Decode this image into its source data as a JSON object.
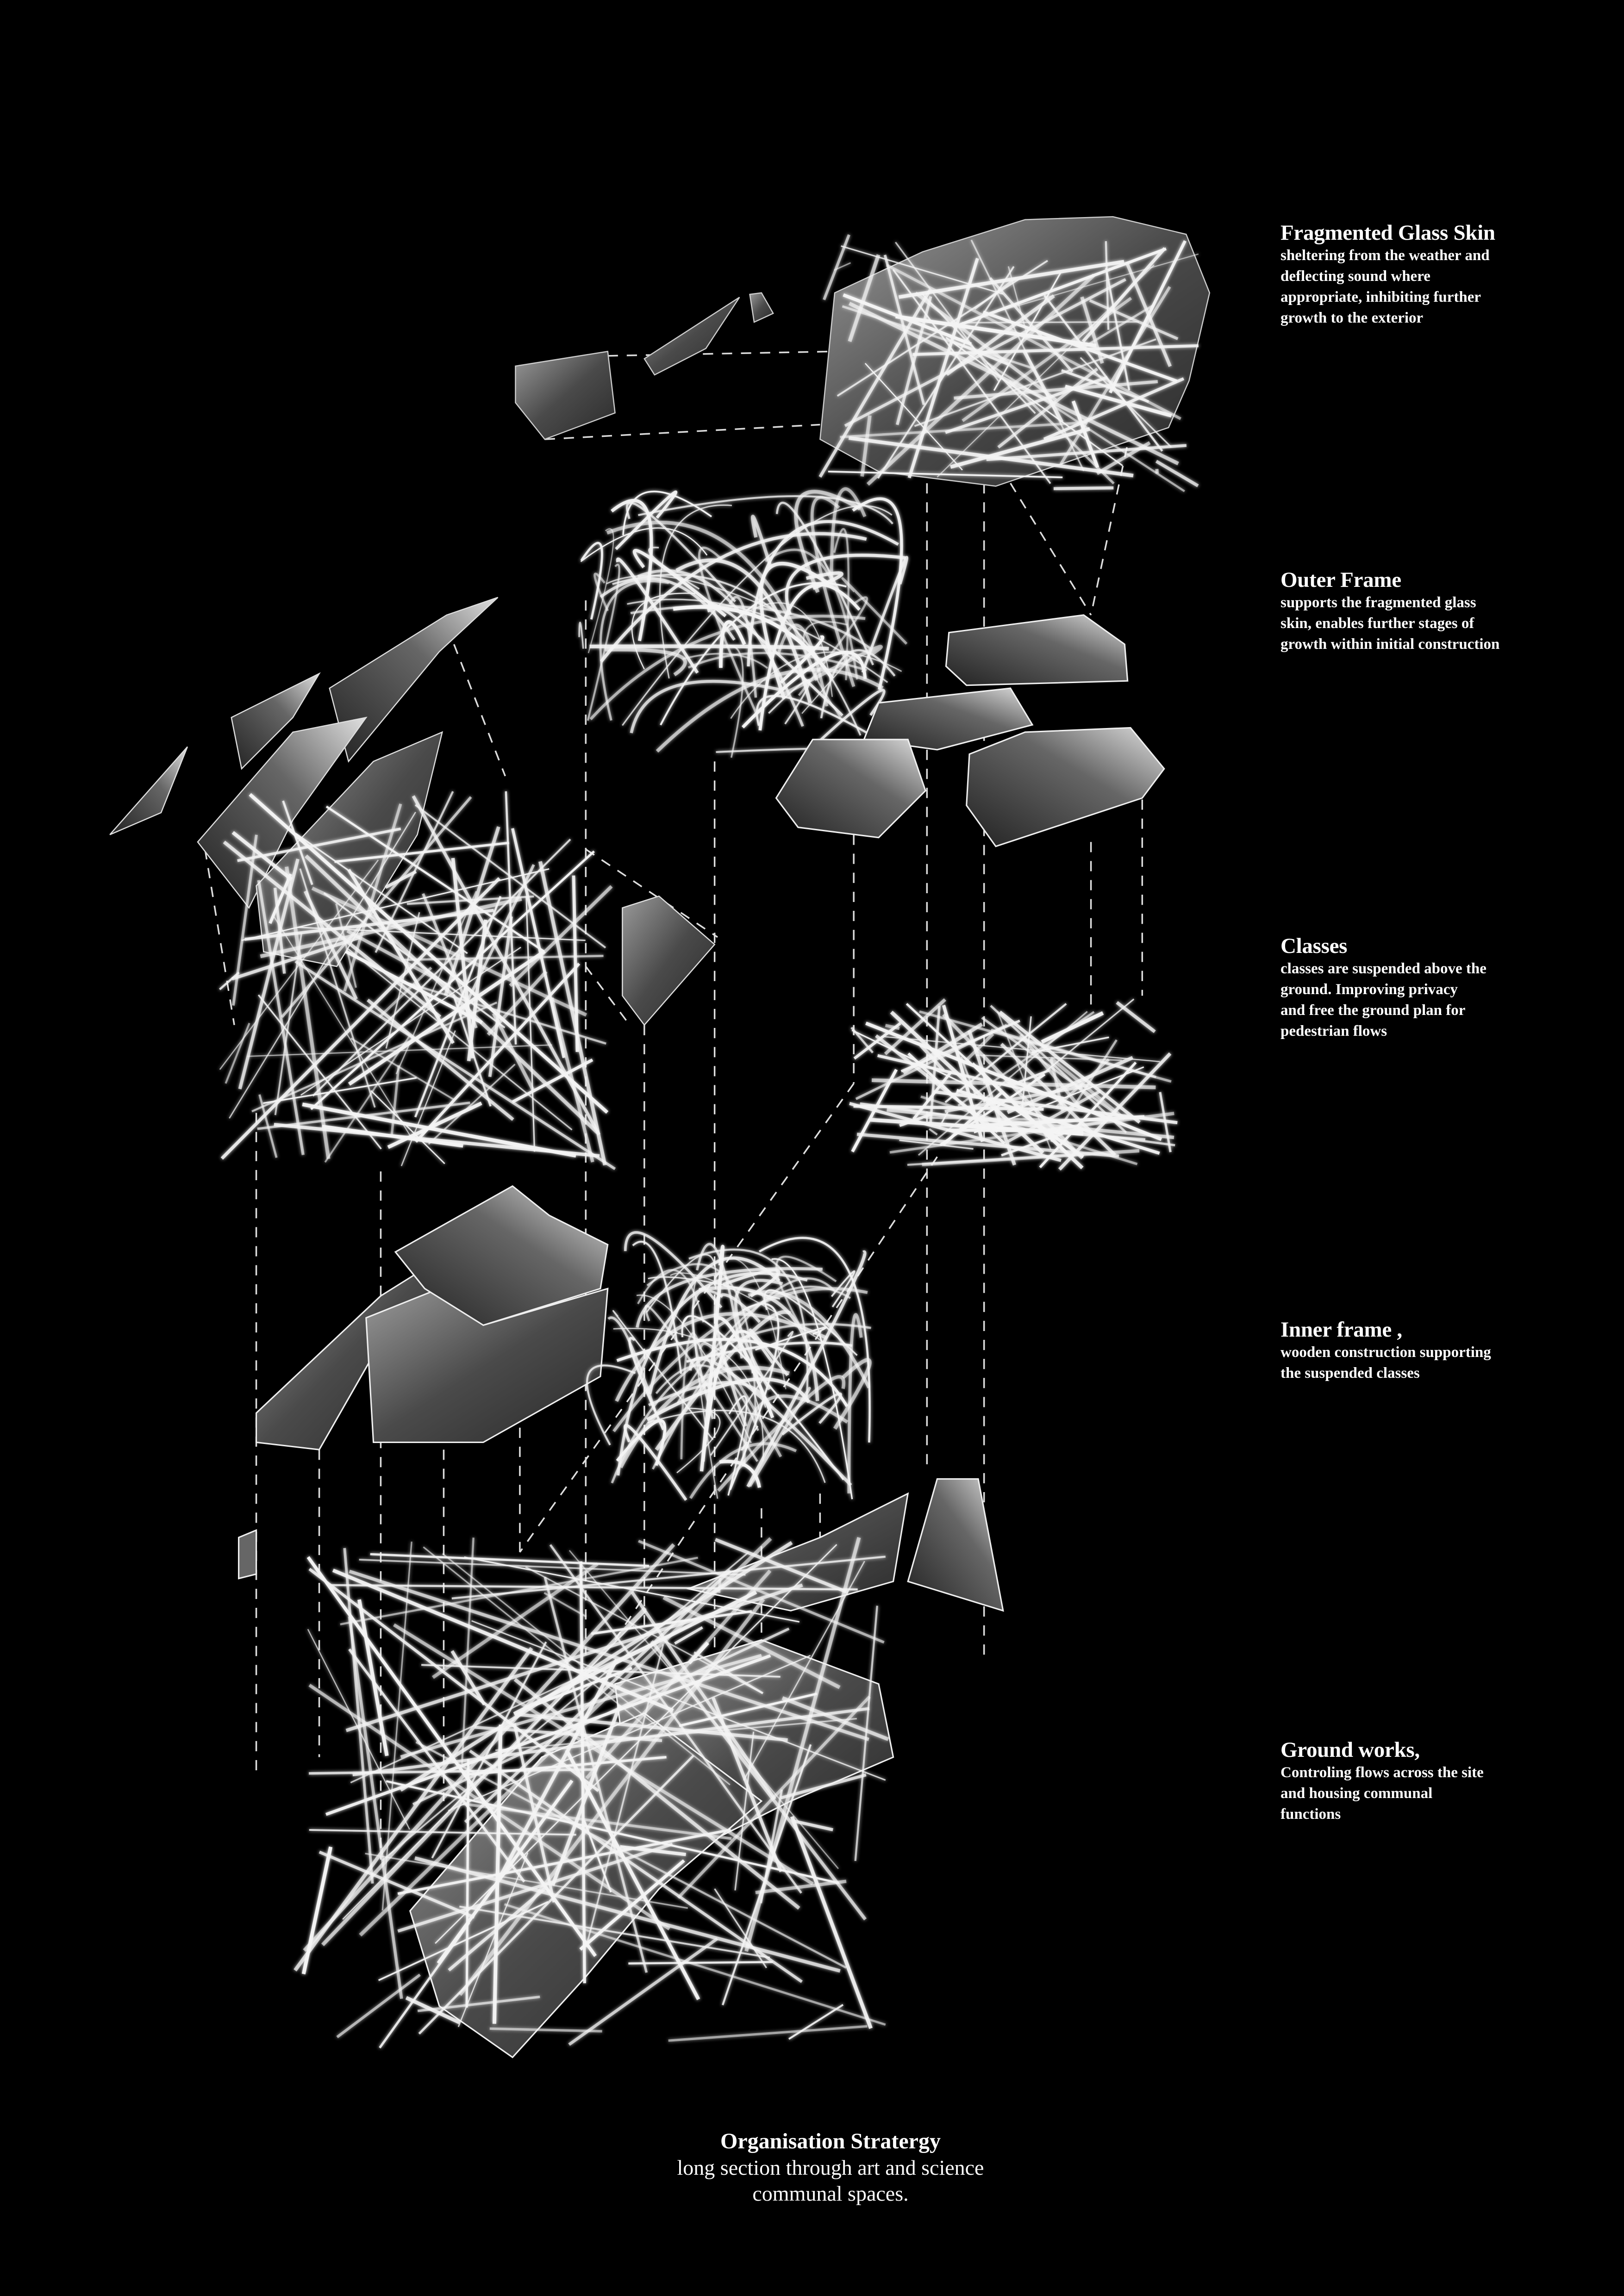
{
  "layers": [
    {
      "title": "Fragmented Glass Skin",
      "description": "sheltering from the weather and\n deflecting sound where\nappropriate, inhibiting further\ngrowth to the exterior"
    },
    {
      "title": "Outer Frame",
      "description": "supports the fragmented glass\nskin, enables further stages of\ngrowth within initial construction"
    },
    {
      "title": "Classes",
      "description": "classes are suspended above the\nground. Improving privacy\nand free the ground plan for\npedestrian flows"
    },
    {
      "title": "Inner frame ,",
      "description": "wooden construction supporting\nthe suspended classes"
    },
    {
      "title": "Ground works,",
      "description": "Controling flows across the site\nand housing communal\nfunctions"
    }
  ],
  "caption": {
    "title": "Organisation Stratergy",
    "subtitle": "long section through art and science\ncommunal spaces."
  },
  "colors": {
    "background": "#000000",
    "text": "#ffffff",
    "line": "#ffffff",
    "glass": "#5a5a5a"
  }
}
